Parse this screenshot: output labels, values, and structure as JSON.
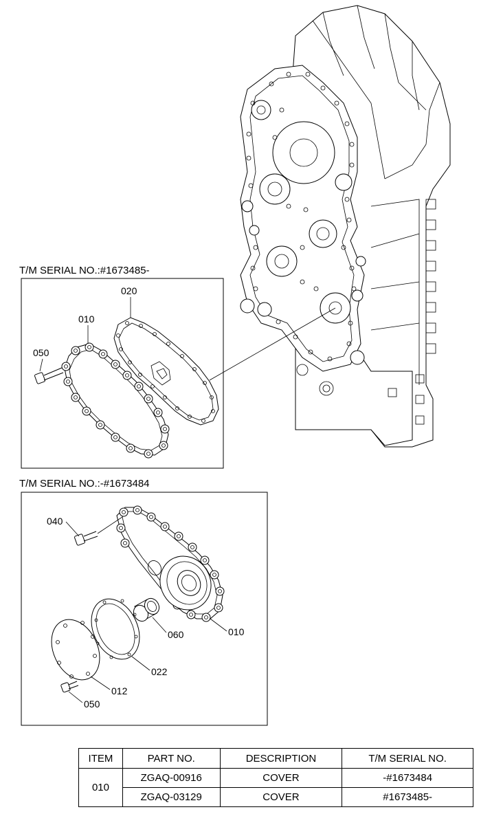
{
  "diagram": {
    "upper_inset": {
      "title": "T/M SERIAL NO.:#1673485-",
      "callouts": [
        "020",
        "010",
        "050"
      ]
    },
    "lower_inset": {
      "title": "T/M SERIAL NO.:-#1673484",
      "callouts": [
        "040",
        "010",
        "060",
        "022",
        "012",
        "050"
      ]
    }
  },
  "parts_table": {
    "headers": [
      "ITEM",
      "PART NO.",
      "DESCRIPTION",
      "T/M SERIAL NO."
    ],
    "item": "010",
    "rows": [
      {
        "part_no": "ZGAQ-00916",
        "description": "COVER",
        "serial": "-#1673484"
      },
      {
        "part_no": "ZGAQ-03129",
        "description": "COVER",
        "serial": "#1673485-"
      }
    ]
  }
}
